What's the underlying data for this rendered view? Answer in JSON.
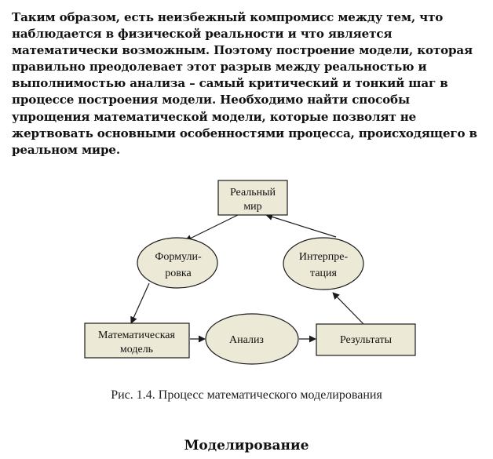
{
  "intro_text": "Таким образом, есть неизбежный компромисс между тем, что наблюдается в физической реальности и что является математически возможным. Поэтому построение модели, которая правильно преодолевает этот разрыв между реальностью и выполнимостью анализа – самый критический и тонкий шаг в процессе построения модели. Необходимо найти способы упрощения математической модели, которые позволят не жертвовать основными особенностями процесса, происходящего в реальном мире.",
  "diagram": {
    "real_world": [
      "Реальный",
      "мир"
    ],
    "formulation": [
      "Формули-",
      "ровка"
    ],
    "interpretation": [
      "Интерпре-",
      "тация"
    ],
    "math_model": [
      "Математическая",
      "модель"
    ],
    "analysis": "Анализ",
    "results": "Результаты",
    "colors": {
      "fill": "#ece9d6",
      "stroke": "#1a1a1a"
    }
  },
  "caption": "Рис. 1.4. Процесс математического моделирования",
  "section_title": "Моделирование"
}
